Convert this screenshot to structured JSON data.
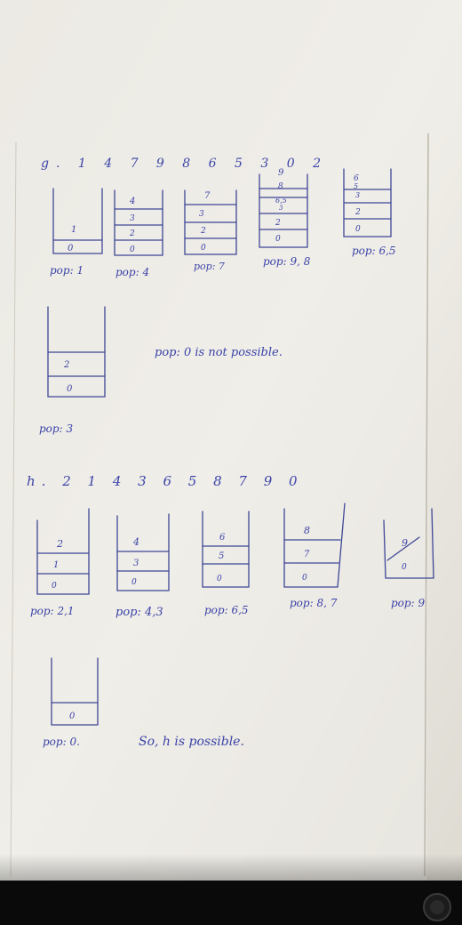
{
  "part_g": {
    "sequence": "g. 1 4 7 9 8 6 5 3 0 2",
    "stacks": [
      {
        "cells": [
          "1",
          "0"
        ],
        "pop": "pop: 1"
      },
      {
        "cells": [
          "4",
          "3",
          "2",
          "0"
        ],
        "pop": "pop: 4"
      },
      {
        "cells": [
          "7",
          "3",
          "2",
          "0"
        ],
        "pop": "pop: 7"
      },
      {
        "cells": [
          "9",
          "8",
          "6,5",
          "3",
          "2",
          "0"
        ],
        "pop": "pop: 9, 8"
      },
      {
        "cells": [
          "6",
          "5",
          "3",
          "2",
          "0"
        ],
        "pop": "pop: 6,5"
      }
    ],
    "last_stack": {
      "cells": [
        "2",
        "0"
      ],
      "pop": "pop: 3"
    },
    "note": "pop: 0 is not possible."
  },
  "part_h": {
    "sequence": "h. 2 1 4 3 6 5 8 7 9 0",
    "stacks": [
      {
        "cells": [
          "2",
          "1",
          "0"
        ],
        "pop": "pop: 2,1"
      },
      {
        "cells": [
          "4",
          "3",
          "0"
        ],
        "pop": "pop: 4,3"
      },
      {
        "cells": [
          "6",
          "5",
          "0"
        ],
        "pop": "pop: 6,5"
      },
      {
        "cells": [
          "8",
          "7",
          "0"
        ],
        "pop": "pop: 8, 7"
      },
      {
        "cells": [
          "9",
          "0"
        ],
        "pop": "pop: 9"
      }
    ],
    "last_stack": {
      "cells": [
        "0"
      ],
      "pop": "pop: 0."
    },
    "conclusion": "So, h is possible."
  }
}
